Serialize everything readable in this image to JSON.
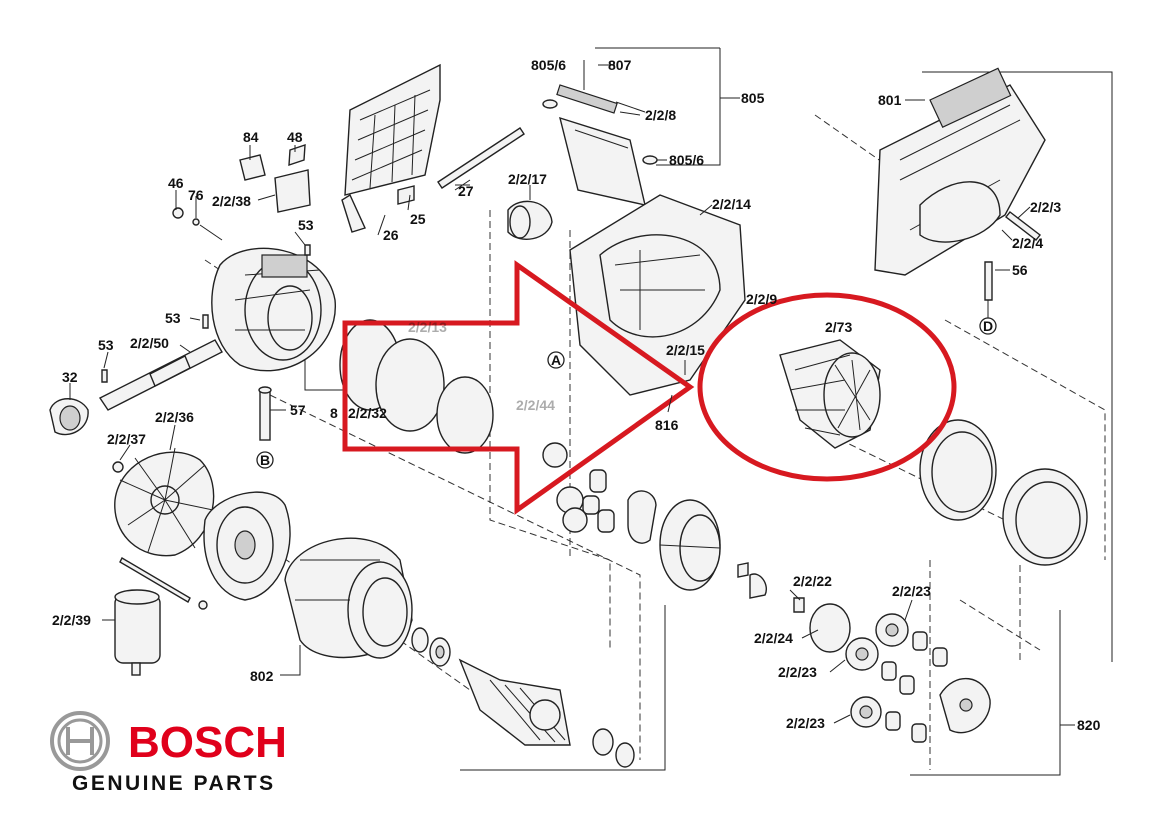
{
  "accent_color": "#e0001b",
  "highlight_color": "#d71920",
  "brand": {
    "name": "BOSCH",
    "tagline": "GENUINE PARTS",
    "icon": "bosch-armature-logo-icon"
  },
  "callouts": {
    "p805_6_top": "805/6",
    "p807": "807",
    "p805": "805",
    "p2_2_8": "2/2/8",
    "p805_6_mid": "805/6",
    "p801": "801",
    "p84": "84",
    "p48": "48",
    "p46": "46",
    "p76": "76",
    "p2_2_38": "2/2/38",
    "p27": "27",
    "p2_2_17": "2/2/17",
    "p2_2_14": "2/2/14",
    "p2_2_3": "2/2/3",
    "p2_2_4": "2/2/4",
    "p56": "56",
    "p53_a": "53",
    "p25": "25",
    "p26": "26",
    "p53_b": "53",
    "p2_2_9": "2/2/9",
    "p2_2_73": "2/73",
    "p53_c": "53",
    "p2_2_50": "2/2/50",
    "p2_2_15": "2/2/15",
    "p32": "32",
    "p2_2_13": "2/2/13",
    "p2_2_32": "2/2/32",
    "p2_2_44": "2/2/44",
    "p816": "816",
    "p57": "57",
    "p2_2_36": "2/2/36",
    "p2_2_37": "2/2/37",
    "p8": "8",
    "p2_2_22": "2/2/22",
    "p2_2_23_a": "2/2/23",
    "p2_2_39": "2/2/39",
    "p2_2_24": "2/2/24",
    "p2_2_23_b": "2/2/23",
    "p802": "802",
    "p2_2_23_c": "2/2/23",
    "p820": "820"
  },
  "markers": {
    "A": "A",
    "B": "B",
    "D": "D"
  }
}
